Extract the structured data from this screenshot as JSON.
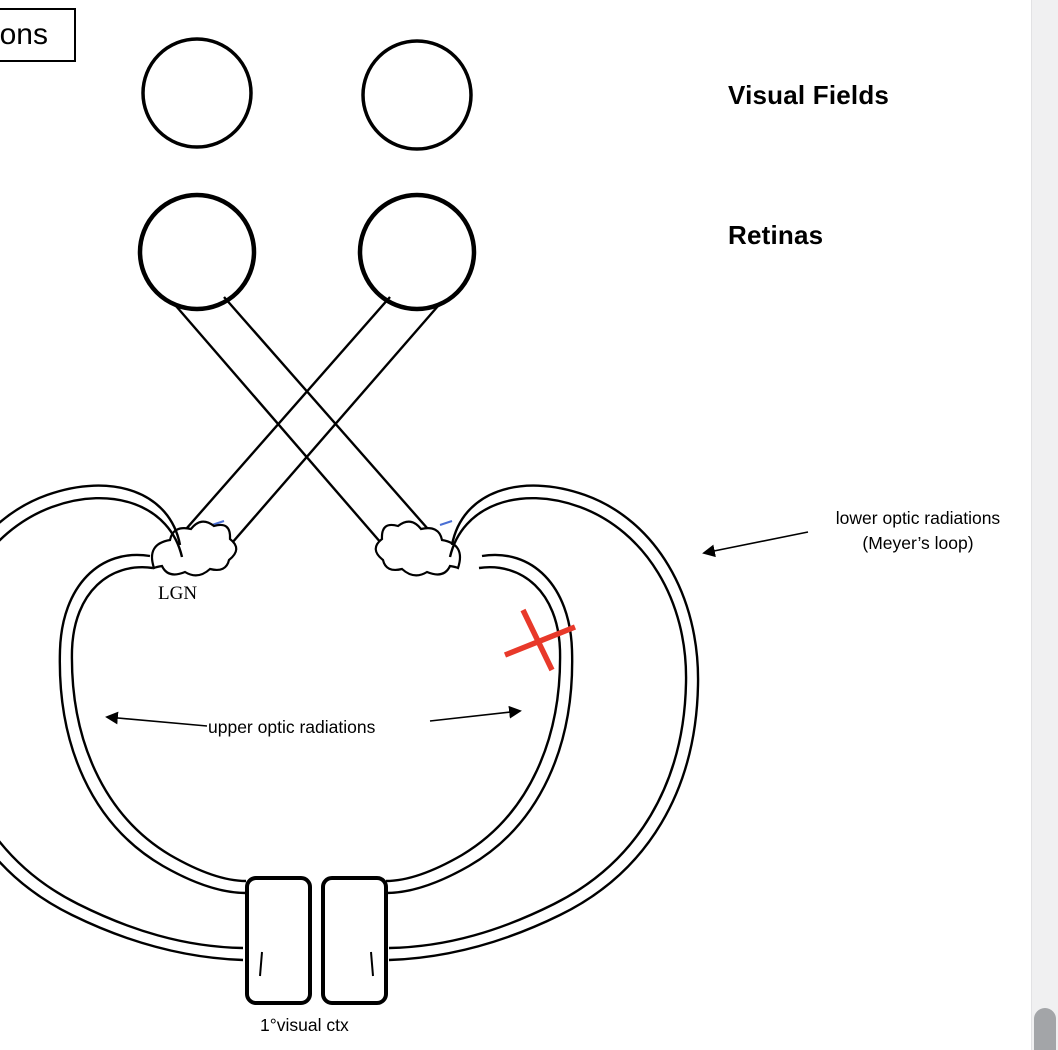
{
  "title_box": {
    "text_partial": "ons"
  },
  "labels": {
    "visual_fields": "Visual Fields",
    "retinas": "Retinas",
    "lgn": "LGN",
    "upper_optic_radiations": "upper optic radiations",
    "lower_optic_radiations_line1": "lower optic radiations",
    "lower_optic_radiations_line2": "(Meyer’s loop)",
    "primary_visual_cortex": "1°visual ctx"
  },
  "colors": {
    "diagram_stroke": "#000000",
    "lesion_red": "#e8392a",
    "ink_blue": "#4a6fd4",
    "scrollbar_track": "#f0f0f1",
    "scrollbar_thumb": "#a3a5a8"
  }
}
